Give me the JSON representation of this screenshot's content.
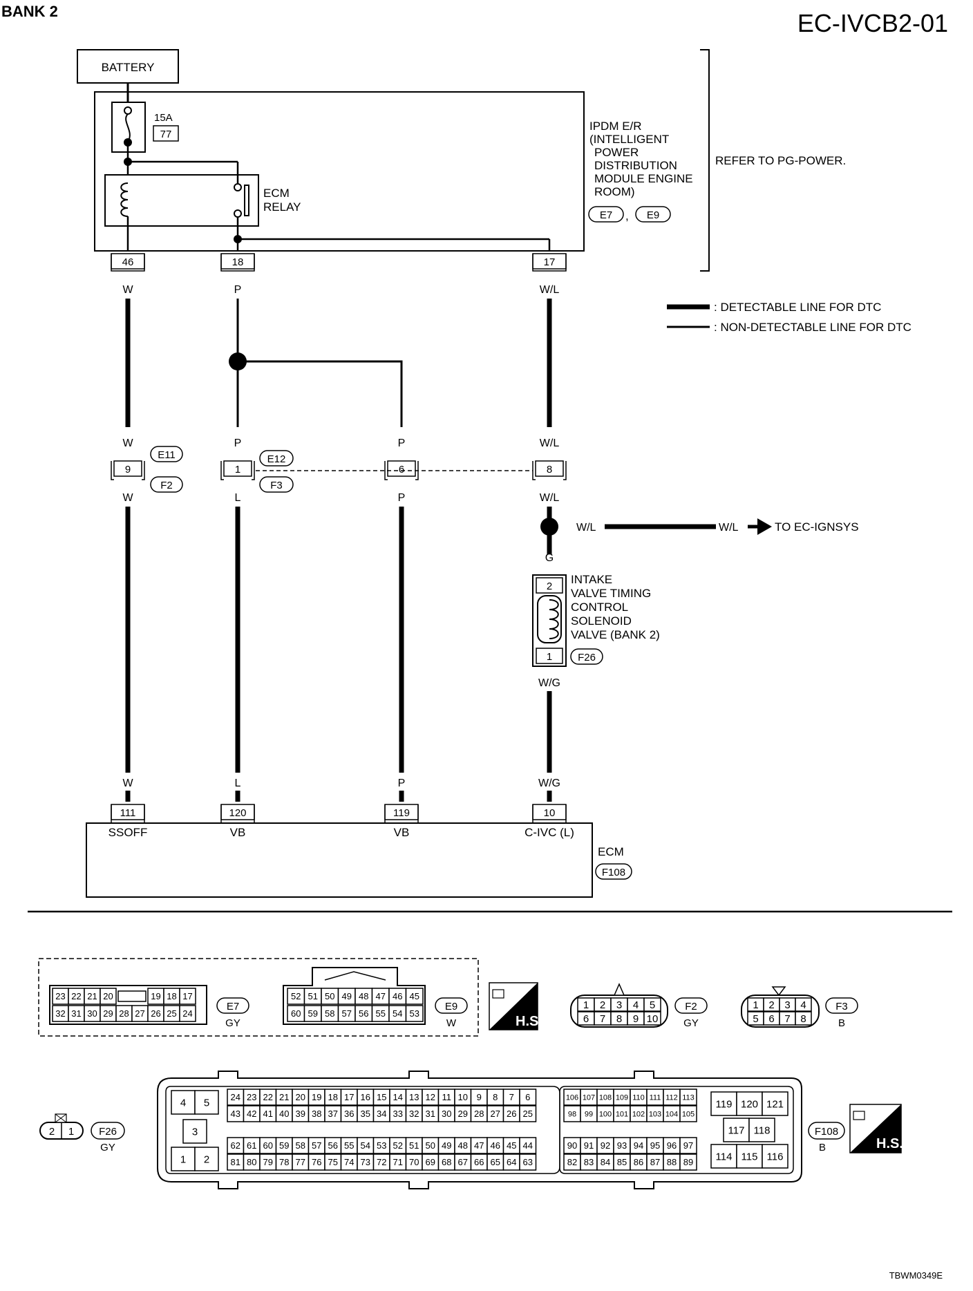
{
  "header": {
    "bank": "BANK 2",
    "diagram_code": "EC-IVCB2-01"
  },
  "battery": {
    "label": "BATTERY"
  },
  "fuse": {
    "rating": "15A",
    "number": "77"
  },
  "relay": {
    "line1": "ECM",
    "line2": "RELAY"
  },
  "ipdm": {
    "lines": [
      "IPDM E/R",
      "(INTELLIGENT",
      "POWER",
      "DISTRIBUTION",
      "MODULE ENGINE",
      "ROOM)"
    ],
    "connectors": [
      "E7",
      "E9"
    ],
    "refer": "REFER TO PG-POWER."
  },
  "ipdm_pins": [
    "46",
    "18",
    "17"
  ],
  "legend": {
    "detectable": ": DETECTABLE LINE FOR DTC",
    "non_detectable": ": NON-DETECTABLE LINE FOR DTC"
  },
  "wire_colors": {
    "top": [
      "W",
      "P",
      "W/L"
    ],
    "above_joint": [
      "W",
      "P",
      "P",
      "W/L"
    ],
    "below_joint": [
      "W",
      "L",
      "P",
      "W/L"
    ],
    "bottom": [
      "W",
      "L",
      "P",
      "W/G"
    ],
    "branch_left": "W/L",
    "branch_right": "W/L",
    "solenoid_top": "G",
    "solenoid_bottom": "W/G"
  },
  "joint_pins": [
    "9",
    "1",
    "6",
    "8"
  ],
  "joint_connectors": {
    "upper1": "E11",
    "lower1": "F2",
    "upper2": "E12",
    "lower2": "F3"
  },
  "to_ignsys": "TO EC-IGNSYS",
  "solenoid": {
    "lines": [
      "INTAKE",
      "VALVE TIMING",
      "CONTROL",
      "SOLENOID",
      "VALVE (BANK 2)"
    ],
    "pin_top": "2",
    "pin_bottom": "1",
    "connector": "F26"
  },
  "ecm": {
    "pins": [
      "111",
      "120",
      "119",
      "10"
    ],
    "pin_labels": [
      "SSOFF",
      "VB",
      "VB",
      "C-IVC (L)"
    ],
    "label": "ECM",
    "connector": "F108"
  },
  "connectors": {
    "e7": {
      "row1": [
        "23",
        "22",
        "21",
        "20",
        "19",
        "18",
        "17"
      ],
      "row2": [
        "32",
        "31",
        "30",
        "29",
        "28",
        "27",
        "26",
        "25",
        "24"
      ],
      "id": "E7",
      "color": "GY"
    },
    "e9": {
      "row1": [
        "52",
        "51",
        "50",
        "49",
        "48",
        "47",
        "46",
        "45"
      ],
      "row2": [
        "60",
        "59",
        "58",
        "57",
        "56",
        "55",
        "54",
        "53"
      ],
      "id": "E9",
      "color": "W"
    },
    "hs": "H.S.",
    "f2": {
      "row1": [
        "1",
        "2",
        "3",
        "4",
        "5"
      ],
      "row2": [
        "6",
        "7",
        "8",
        "9",
        "10"
      ],
      "id": "F2",
      "color": "GY"
    },
    "f3": {
      "row1": [
        "1",
        "2",
        "3",
        "4"
      ],
      "row2": [
        "5",
        "6",
        "7",
        "8"
      ],
      "id": "F3",
      "color": "B"
    },
    "f26": {
      "pins": [
        "2",
        "1"
      ],
      "id": "F26",
      "color": "GY"
    },
    "f108": {
      "id": "F108",
      "color": "B",
      "power": [
        "4",
        "5",
        "3",
        "1",
        "2"
      ],
      "a_row1": [
        "24",
        "23",
        "22",
        "21",
        "20",
        "19",
        "18",
        "17",
        "16",
        "15",
        "14",
        "13",
        "12",
        "11",
        "10",
        "9",
        "8",
        "7",
        "6"
      ],
      "a_row2": [
        "43",
        "42",
        "41",
        "40",
        "39",
        "38",
        "37",
        "36",
        "35",
        "34",
        "33",
        "32",
        "31",
        "30",
        "29",
        "28",
        "27",
        "26",
        "25"
      ],
      "a_row3": [
        "62",
        "61",
        "60",
        "59",
        "58",
        "57",
        "56",
        "55",
        "54",
        "53",
        "52",
        "51",
        "50",
        "49",
        "48",
        "47",
        "46",
        "45",
        "44"
      ],
      "a_row4": [
        "81",
        "80",
        "79",
        "78",
        "77",
        "76",
        "75",
        "74",
        "73",
        "72",
        "71",
        "70",
        "69",
        "68",
        "67",
        "66",
        "65",
        "64",
        "63"
      ],
      "b_row1": [
        "106",
        "107",
        "108",
        "109",
        "110",
        "111",
        "112",
        "113"
      ],
      "b_row2": [
        "98",
        "99",
        "100",
        "101",
        "102",
        "103",
        "104",
        "105"
      ],
      "b_row3": [
        "90",
        "91",
        "92",
        "93",
        "94",
        "95",
        "96",
        "97"
      ],
      "b_row4": [
        "82",
        "83",
        "84",
        "85",
        "86",
        "87",
        "88",
        "89"
      ],
      "c_row1": [
        "119",
        "120",
        "121"
      ],
      "c_row2": [
        "117",
        "118"
      ],
      "c_row3": [
        "114",
        "115",
        "116"
      ]
    }
  },
  "footer_code": "TBWM0349E"
}
